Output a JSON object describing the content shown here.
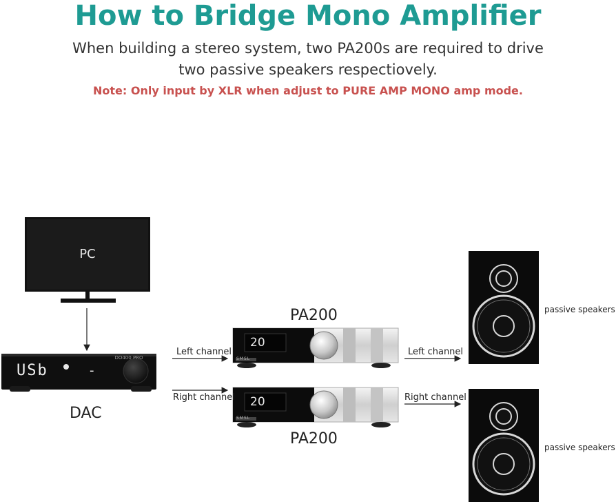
{
  "title": "How to Bridge Mono Amplifier",
  "subtitle_line1": "When building a stereo system, two PA200s are required to drive",
  "subtitle_line2": "two passive speakers respectiovely.",
  "note": "Note: Only input by XLR when adjust to PURE AMP MONO amp mode.",
  "pc": {
    "screen_text": "PC"
  },
  "dac": {
    "label": "DAC",
    "display_text": "USb",
    "dash": "-",
    "brand_text": "DO400 PRO"
  },
  "amps": [
    {
      "label": "PA200",
      "display": "20",
      "brand": "SMSL"
    },
    {
      "label": "PA200",
      "display": "20",
      "brand": "SMSL"
    }
  ],
  "channels": {
    "left_in": "Left channel",
    "right_in": "Right channel",
    "left_out": "Left channel",
    "right_out": "Right channel"
  },
  "speakers": [
    {
      "label": "passive speakers"
    },
    {
      "label": "passive speakers"
    }
  ],
  "colors": {
    "title": "#1e9b93",
    "note": "#c8514f",
    "device_dark": "#111111",
    "amp_silver": "#d9d9d9"
  }
}
